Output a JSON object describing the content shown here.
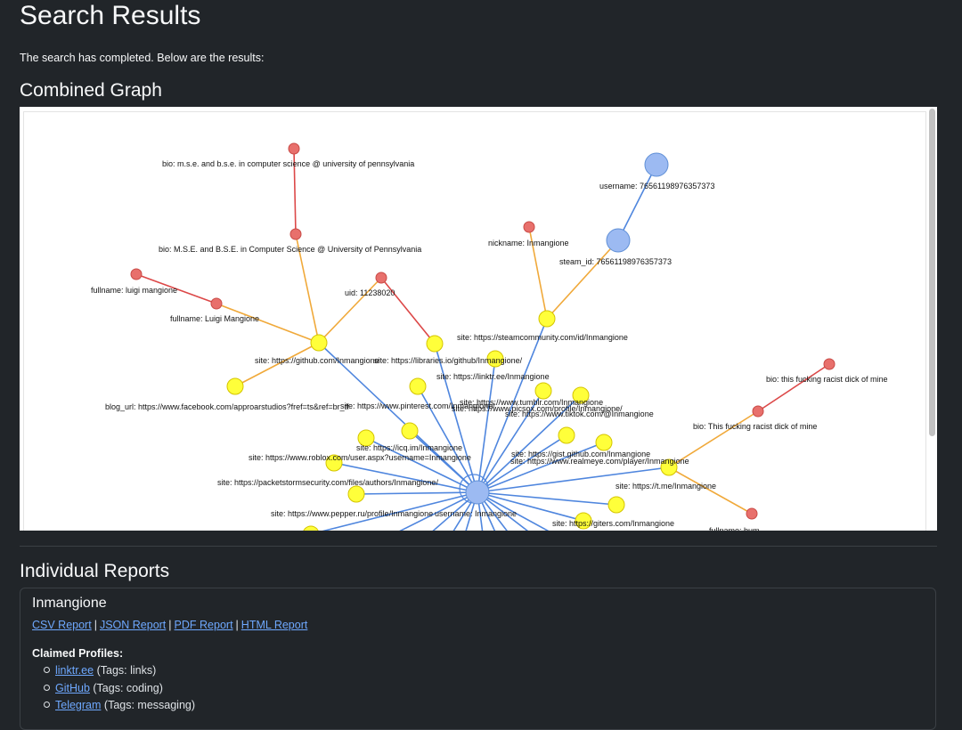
{
  "page": {
    "title": "Search Results",
    "intro": "The search has completed. Below are the results:",
    "graph_heading": "Combined Graph",
    "reports_heading": "Individual Reports"
  },
  "colors": {
    "background": "#212529",
    "link": "#6ea8fe",
    "node_red": "#e8706c",
    "node_yellow": "#ffff3a",
    "node_blue": "#9cbaf2",
    "edge_blue": "#4f86de",
    "edge_orange": "#f0a93a",
    "edge_red": "#dc4848"
  },
  "graph": {
    "labels": [
      "bio: m.s.e. and b.s.e. in computer science @ university of pennsylvania",
      "bio: M.S.E. and B.S.E. in Computer Science @ University of Pennsylvania",
      "username: 76561198976357373",
      "nickname: Inmangione",
      "steam_id: 76561198976357373",
      "fullname: luigi mangione",
      "fullname: Luigi Mangione",
      "uid: 11238020",
      "site: https://steamcommunity.com/id/Inmangione",
      "site: https://github.com/Inmangione",
      "site: https://libraries.io/github/Inmangione/",
      "site: https://linktr.ee/Inmangione",
      "blog_url: https://www.facebook.com/approarstudios?fref=ts&ref=br_tf",
      "site: https://www.pinterest.com/Inmangione/",
      "site: https://www.tumblr.com/Inmangione",
      "site: https://www.picsox.com/profile/Inmangione/",
      "site: https://www.tiktok.com/@Inmangione",
      "bio: this fucking racist dick of mine",
      "bio: This fucking racist dick of mine",
      "site: https://icq.im/Inmangione",
      "site: https://www.roblox.com/user.aspx?username=Inmangione",
      "site: https://gist.github.com/Inmangione",
      "site: https://www.realmeye.com/player/Inmangione",
      "site: https://packetstormsecurity.com/files/authors/Inmangione/",
      "site: https://t.me/Inmangione",
      "site: https://www.pepper.ru/profile/Inmangione",
      "username: Inmangione",
      "site: https://giters.com/Inmangione",
      "fullname: bum"
    ]
  },
  "report": {
    "username": "Inmangione",
    "links": [
      "CSV Report",
      "JSON Report",
      "PDF Report",
      "HTML Report"
    ],
    "claimed_label": "Claimed Profiles:",
    "profiles": [
      {
        "name": "linktr.ee",
        "tags": "(Tags: links)"
      },
      {
        "name": "GitHub",
        "tags": "(Tags: coding)"
      },
      {
        "name": "Telegram",
        "tags": "(Tags: messaging)"
      }
    ]
  }
}
